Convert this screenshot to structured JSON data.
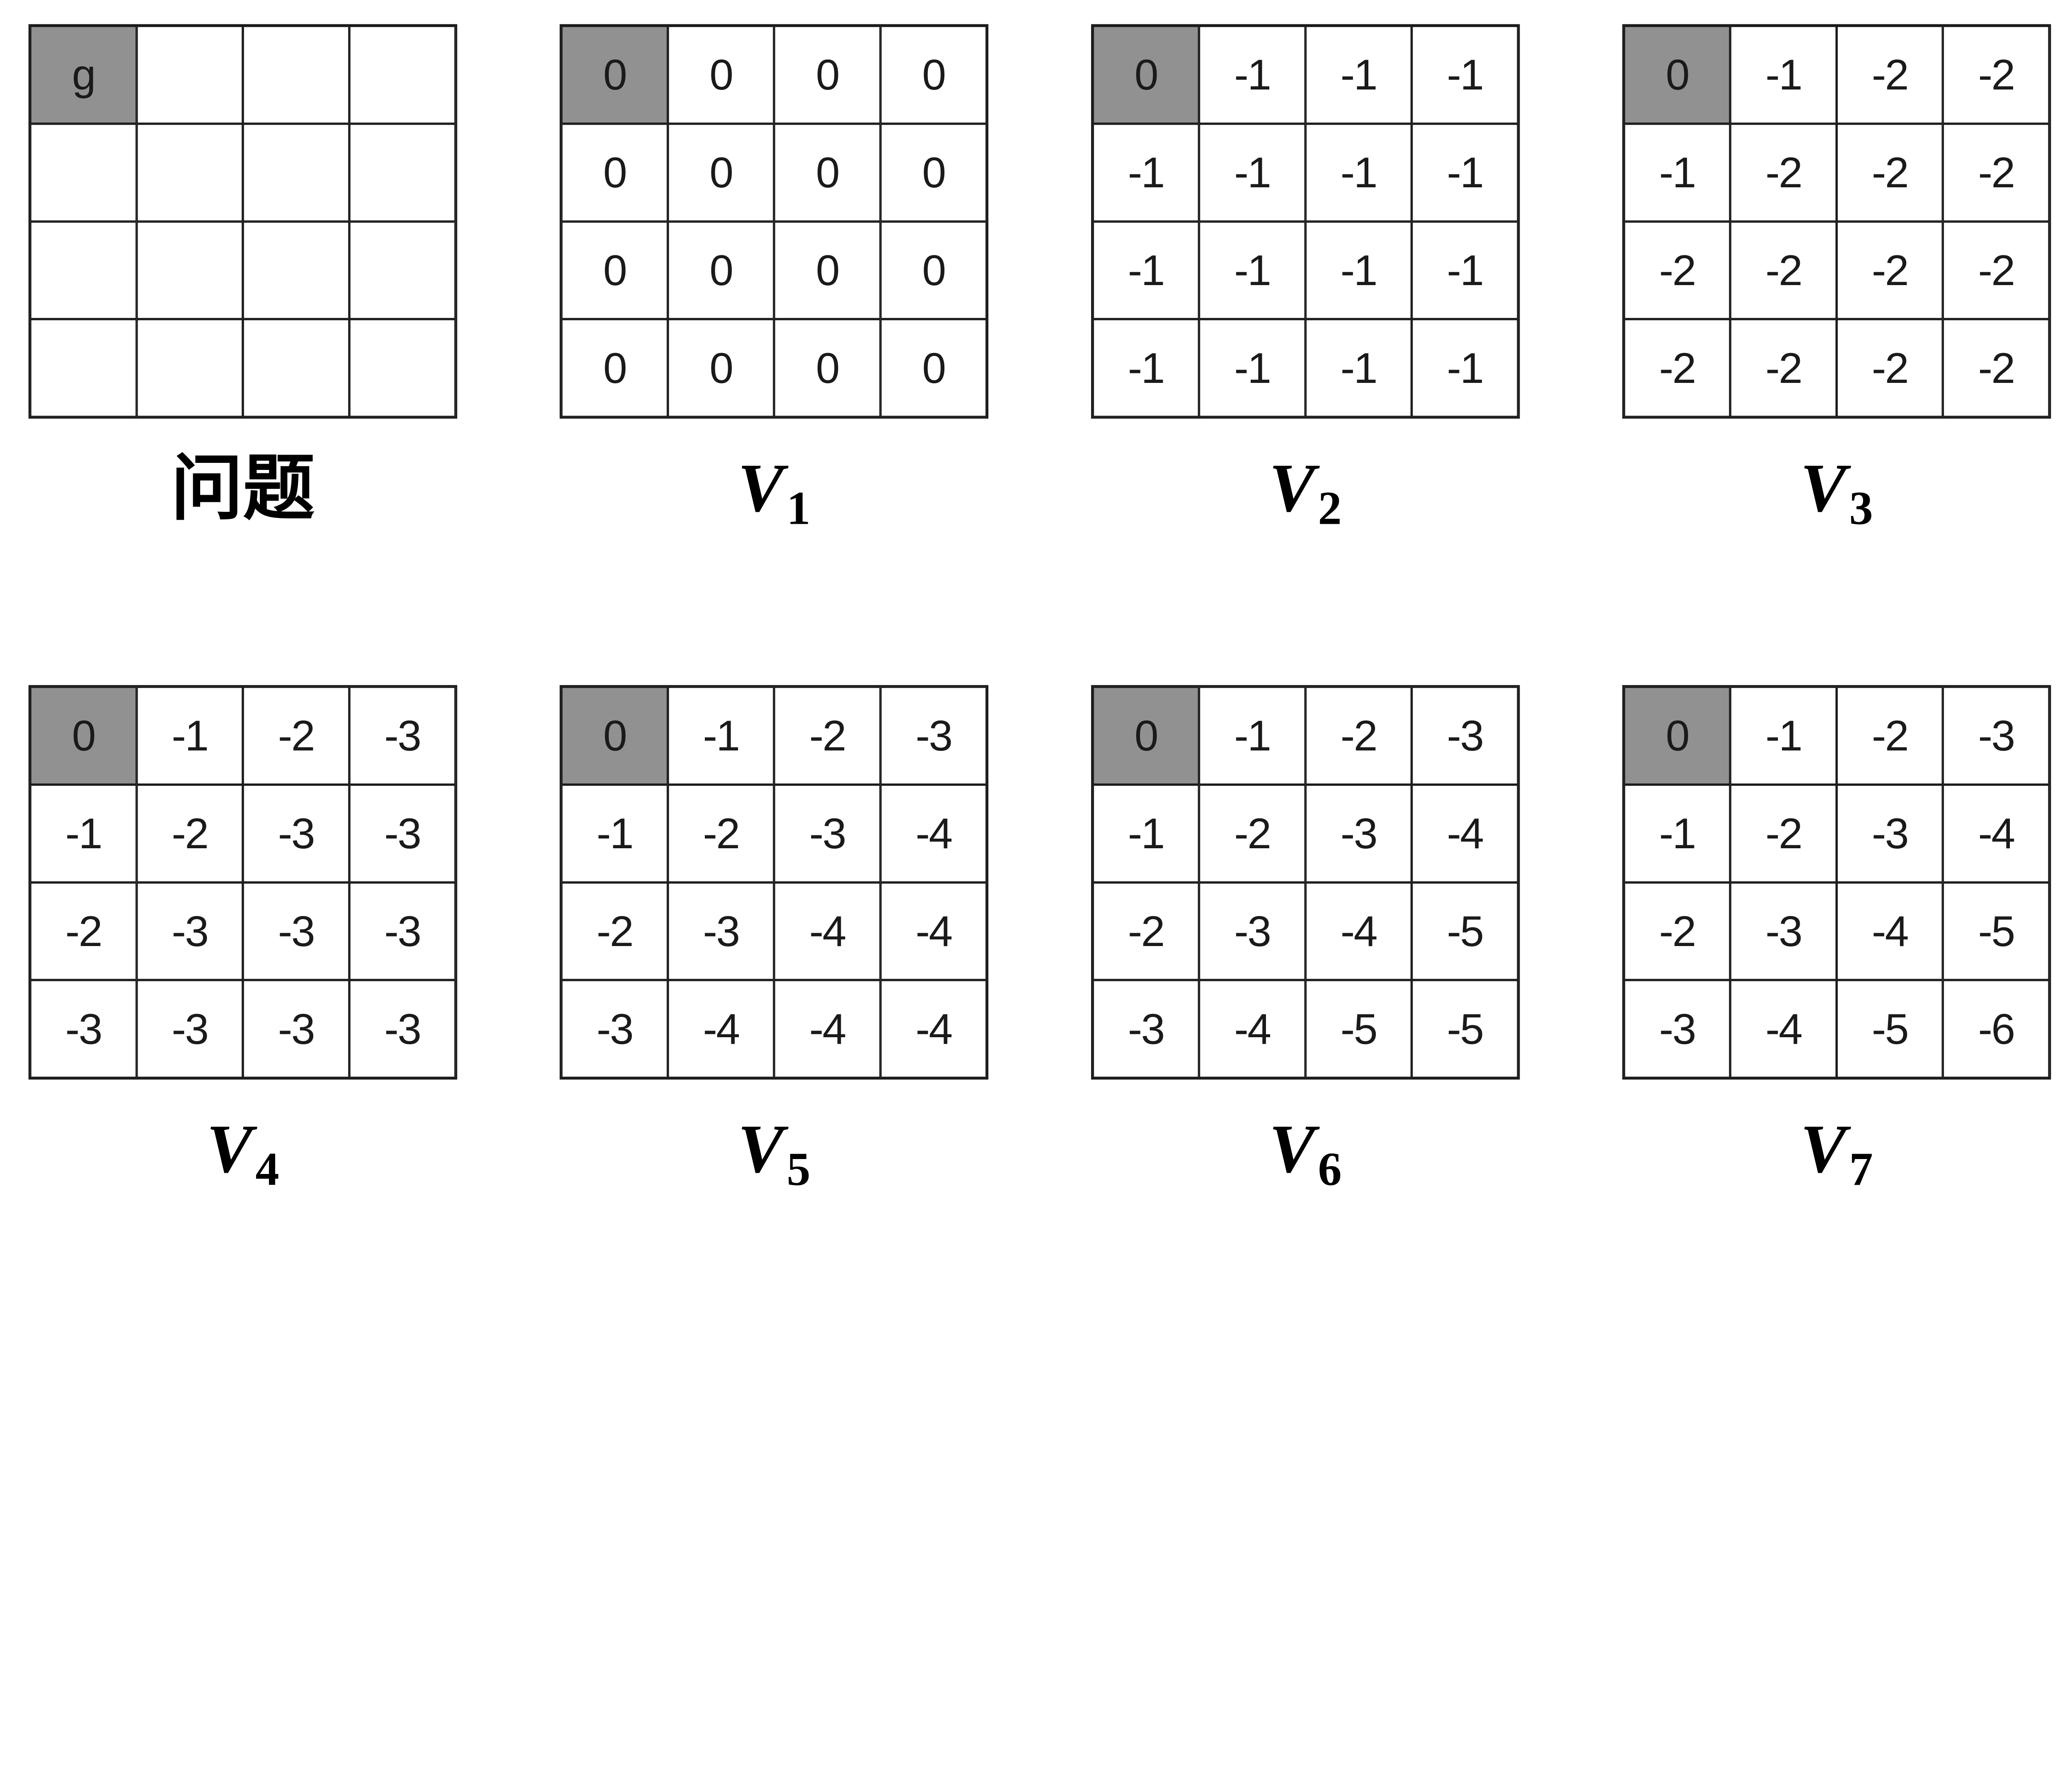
{
  "figure": {
    "description": "Grid-world value iteration: problem grid with goal cell g and value function iterations V1 through V7",
    "colors": {
      "goal_cell": "#919191",
      "grid_line": "#1a1a1a",
      "background": "#ffffff",
      "text": "#1a1a1a"
    },
    "goal_cell_position": {
      "row": 0,
      "col": 0
    }
  },
  "panels": [
    {
      "id": "problem",
      "label_main": "问题",
      "label_sub": "",
      "cells": [
        [
          "g",
          "",
          "",
          ""
        ],
        [
          "",
          "",
          "",
          ""
        ],
        [
          "",
          "",
          "",
          ""
        ],
        [
          "",
          "",
          "",
          ""
        ]
      ]
    },
    {
      "id": "v1",
      "label_main": "V",
      "label_sub": "1",
      "cells": [
        [
          "0",
          "0",
          "0",
          "0"
        ],
        [
          "0",
          "0",
          "0",
          "0"
        ],
        [
          "0",
          "0",
          "0",
          "0"
        ],
        [
          "0",
          "0",
          "0",
          "0"
        ]
      ]
    },
    {
      "id": "v2",
      "label_main": "V",
      "label_sub": "2",
      "cells": [
        [
          "0",
          "-1",
          "-1",
          "-1"
        ],
        [
          "-1",
          "-1",
          "-1",
          "-1"
        ],
        [
          "-1",
          "-1",
          "-1",
          "-1"
        ],
        [
          "-1",
          "-1",
          "-1",
          "-1"
        ]
      ]
    },
    {
      "id": "v3",
      "label_main": "V",
      "label_sub": "3",
      "cells": [
        [
          "0",
          "-1",
          "-2",
          "-2"
        ],
        [
          "-1",
          "-2",
          "-2",
          "-2"
        ],
        [
          "-2",
          "-2",
          "-2",
          "-2"
        ],
        [
          "-2",
          "-2",
          "-2",
          "-2"
        ]
      ]
    },
    {
      "id": "v4",
      "label_main": "V",
      "label_sub": "4",
      "cells": [
        [
          "0",
          "-1",
          "-2",
          "-3"
        ],
        [
          "-1",
          "-2",
          "-3",
          "-3"
        ],
        [
          "-2",
          "-3",
          "-3",
          "-3"
        ],
        [
          "-3",
          "-3",
          "-3",
          "-3"
        ]
      ]
    },
    {
      "id": "v5",
      "label_main": "V",
      "label_sub": "5",
      "cells": [
        [
          "0",
          "-1",
          "-2",
          "-3"
        ],
        [
          "-1",
          "-2",
          "-3",
          "-4"
        ],
        [
          "-2",
          "-3",
          "-4",
          "-4"
        ],
        [
          "-3",
          "-4",
          "-4",
          "-4"
        ]
      ]
    },
    {
      "id": "v6",
      "label_main": "V",
      "label_sub": "6",
      "cells": [
        [
          "0",
          "-1",
          "-2",
          "-3"
        ],
        [
          "-1",
          "-2",
          "-3",
          "-4"
        ],
        [
          "-2",
          "-3",
          "-4",
          "-5"
        ],
        [
          "-3",
          "-4",
          "-5",
          "-5"
        ]
      ]
    },
    {
      "id": "v7",
      "label_main": "V",
      "label_sub": "7",
      "cells": [
        [
          "0",
          "-1",
          "-2",
          "-3"
        ],
        [
          "-1",
          "-2",
          "-3",
          "-4"
        ],
        [
          "-2",
          "-3",
          "-4",
          "-5"
        ],
        [
          "-3",
          "-4",
          "-5",
          "-6"
        ]
      ]
    }
  ]
}
